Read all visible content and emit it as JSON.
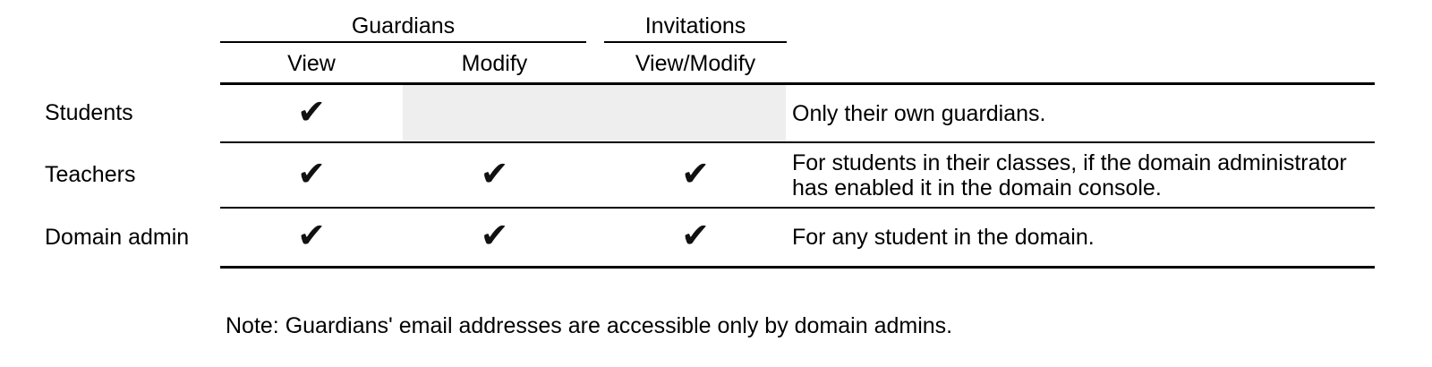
{
  "table": {
    "groups": [
      {
        "label": "Guardians"
      },
      {
        "label": "Invitations"
      }
    ],
    "columns": [
      {
        "label": "View"
      },
      {
        "label": "Modify"
      },
      {
        "label": "View/Modify"
      }
    ],
    "check_glyph": "✔",
    "rows": [
      {
        "label": "Students",
        "view": true,
        "modify": false,
        "view_modify": false,
        "note": "Only their own guardians."
      },
      {
        "label": "Teachers",
        "view": true,
        "modify": true,
        "view_modify": true,
        "note": "For students in their classes, if the domain administrator has enabled it in the domain console."
      },
      {
        "label": "Domain admin",
        "view": true,
        "modify": true,
        "view_modify": true,
        "note": "For any student in the domain."
      }
    ]
  },
  "footnote": "Note: Guardians' email addresses are accessible only by domain admins.",
  "colors": {
    "text": "#000000",
    "line": "#000000",
    "disabled_cell": "#eeeeee"
  }
}
